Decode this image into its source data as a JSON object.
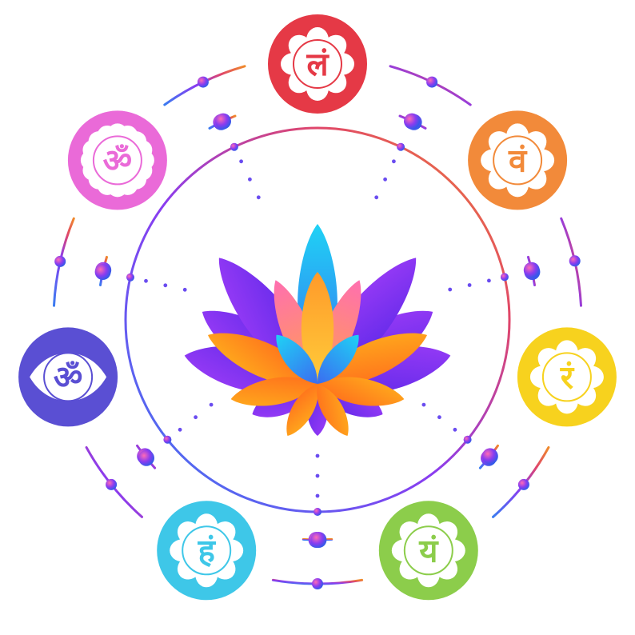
{
  "chakras": [
    {
      "id": "root",
      "glyph": "लं",
      "color": "#e53946",
      "color_dark": "#c0122b"
    },
    {
      "id": "sacral",
      "glyph": "वं",
      "color": "#f28a3a",
      "color_dark": "#e0661e"
    },
    {
      "id": "solar-plexus",
      "glyph": "रं",
      "color": "#f7d21e",
      "color_dark": "#f0b400"
    },
    {
      "id": "heart",
      "glyph": "यं",
      "color": "#8ccd4b",
      "color_dark": "#5bb336"
    },
    {
      "id": "throat",
      "glyph": "हं",
      "color": "#3ec7e8",
      "color_dark": "#21a6d6"
    },
    {
      "id": "third-eye",
      "glyph": "ॐ",
      "color": "#5a4fd3",
      "color_dark": "#3a2fb0"
    },
    {
      "id": "crown",
      "glyph": "ॐ",
      "color": "#ea6ad8",
      "color_dark": "#c640b8"
    }
  ],
  "lotus_colors": {
    "purple": "#7b2ff7",
    "violet": "#a34cf0",
    "blue": "#1fb6f2",
    "orange": "#ff8a1c",
    "pink": "#ff78b8"
  },
  "ring_gradient": [
    "#4a6cf0",
    "#8a3cf0",
    "#e0466a",
    "#f08a2a"
  ]
}
